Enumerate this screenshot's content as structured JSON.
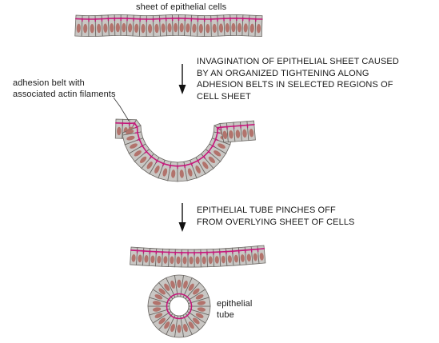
{
  "labels": {
    "sheet": "sheet of epithelial cells",
    "step1": "INVAGINATION OF EPITHELIAL SHEET CAUSED\nBY AN ORGANIZED TIGHTENING ALONG\nADHESION BELTS IN SELECTED REGIONS OF\nCELL SHEET",
    "adhesion": "adhesion belt with\nassociated actin filaments",
    "step2": "EPITHELIAL TUBE PINCHES OFF\nFROM OVERLYING SHEET OF CELLS",
    "tube": "epithelial\ntube"
  },
  "colors": {
    "cell_fill": "#c9c7c4",
    "cell_outline": "#6a6662",
    "nucleus": "#b2736c",
    "adhesion_belt": "#c4187a",
    "arrow": "#111111"
  }
}
